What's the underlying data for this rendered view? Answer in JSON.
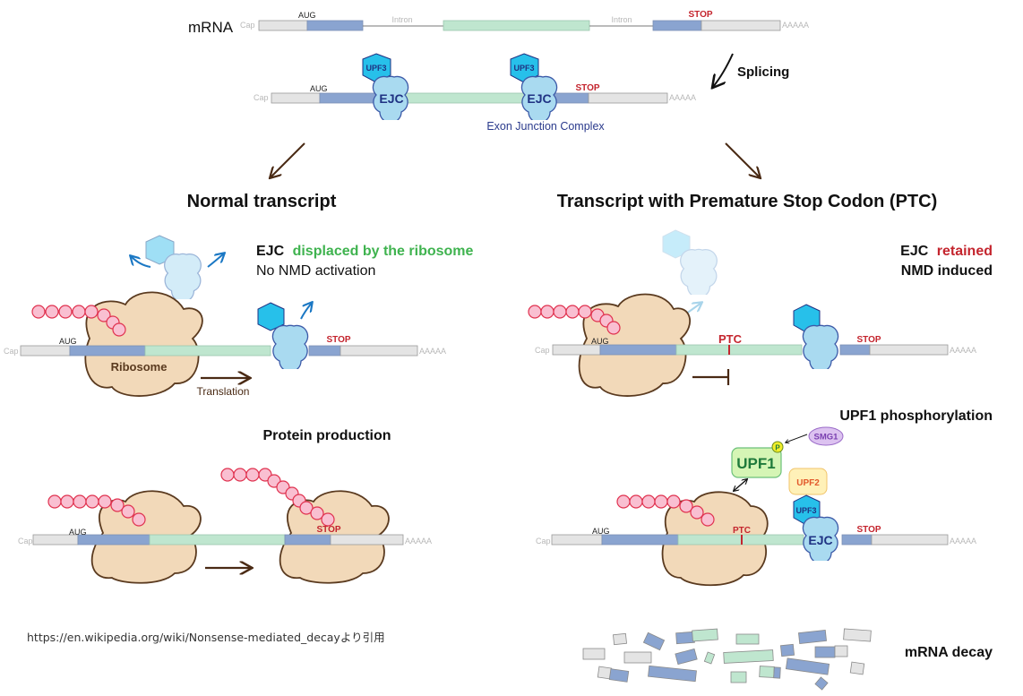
{
  "colors": {
    "utr": "#e4e4e4",
    "cds": "#8aa4d0",
    "exon_mid": "#bfe6cf",
    "stop_red": "#c4252e",
    "ejc_fill": "#a9daf0",
    "ejc_stroke": "#3c5aa8",
    "ejc_text": "#1f3283",
    "upf3_fill": "#27c0ea",
    "ribosome_fill": "#f2d9b9",
    "ribosome_stroke": "#5a3a1f",
    "peptide_fill": "#f9bfd1",
    "peptide_stroke": "#e0324f",
    "arrow_brown": "#4a2a14",
    "arrow_blue": "#1b78c4",
    "green_text": "#3fb34f",
    "upf1_fill": "#d5f5b5",
    "upf1_text": "#1f7a3b",
    "upf2_fill": "#fff1b8",
    "upf2_text": "#e2582a",
    "smg1_fill": "#dcc2f0",
    "smg1_text": "#7a3fb0",
    "p_fill": "#f2ee2a"
  },
  "top": {
    "mrna_label": "mRNA",
    "cap": "Cap",
    "aug": "AUG",
    "intron_1": "Intron",
    "intron_2": "Intron",
    "stop": "STOP",
    "polya": "AAAAA",
    "splicing_label": "Splicing",
    "upf3_label": "UPF3",
    "ejc_label": "EJC",
    "ejc_caption": "Exon Junction Complex"
  },
  "left_branch": {
    "heading": "Normal transcript",
    "status_bold": "EJC",
    "status_green": "displaced by the ribosome",
    "status_line2": "No NMD activation",
    "ribosome_label": "Ribosome",
    "translation_label": "Translation",
    "cap": "Cap",
    "aug": "AUG",
    "stop": "STOP",
    "polya": "AAAAA",
    "protein_heading": "Protein production"
  },
  "right_branch": {
    "heading": "Transcript with Premature Stop Codon (PTC)",
    "status_bold": "EJC",
    "status_red": "retained",
    "status_line2": "NMD induced",
    "ptc_label": "PTC",
    "cap": "Cap",
    "aug": "AUG",
    "stop": "STOP",
    "polya": "AAAAA",
    "phospho_heading": "UPF1 phosphorylation",
    "upf1_label": "UPF1",
    "upf2_label": "UPF2",
    "upf3_label": "UPF3",
    "ejc_label": "EJC",
    "smg1_label": "SMG1",
    "p_label": "P",
    "decay_label": "mRNA decay"
  },
  "citation": "https://en.wikipedia.org/wiki/Nonsense-mediated_decayより引用"
}
